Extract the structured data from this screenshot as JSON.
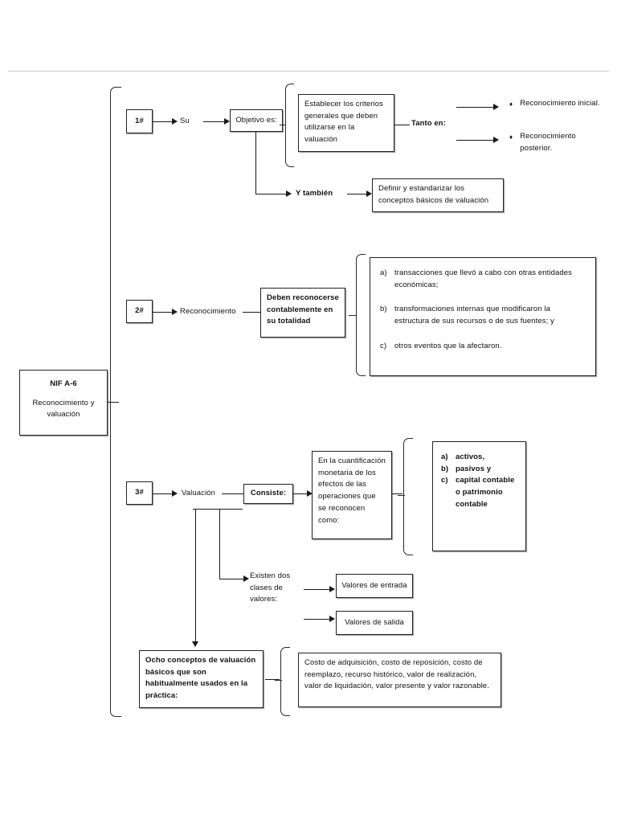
{
  "document": {
    "title": "NIF A-6 Reconocimiento y valuación — mapa conceptual",
    "rule_color": "#c9c9c9"
  },
  "root": {
    "line1": "NIF A-6",
    "line2": "Reconocimiento y",
    "line3": "valuación"
  },
  "branches": [
    {
      "tag": "1#",
      "connector_label": "Su",
      "node_label": "Objetivo es:",
      "primary_box": "Establecer los criterios generales que deben utilizarse en la valuación",
      "tanto_label": "Tanto en:",
      "bullets": [
        "Reconocimiento inicial.",
        "Reconocimiento posterior."
      ],
      "secondary_label": "Y también",
      "secondary_box": "Definir y estandarizar los conceptos básicos de valuación"
    },
    {
      "tag": "2#",
      "connector_label": "Reconocimiento",
      "node_label": "Deben reconocerse contablemente en su totalidad",
      "items": [
        {
          "marker": "a)",
          "text": "transacciones que llevó a cabo con otras entidades económicas;"
        },
        {
          "marker": "b)",
          "text": "transformaciones internas que modificaron la estructura de sus recursos o de sus fuentes; y"
        },
        {
          "marker": "c)",
          "text": "otros eventos que la afectaron."
        }
      ]
    },
    {
      "tag": "3#",
      "connector_label": "Valuación",
      "node_label": "Consiste:",
      "primary_box": "En la cuantificación monetaria de los efectos de las operaciones que se reconocen como:",
      "items": [
        {
          "marker": "a)",
          "text": "activos,"
        },
        {
          "marker": "b)",
          "text": "pasivos y"
        },
        {
          "marker": "c)",
          "text": "capital contable o patrimonio contable"
        }
      ],
      "clases_label": "Existen dos clases de valores:",
      "clases": [
        "Valores de entrada",
        "Valores de salida"
      ],
      "ocho_label": "Ocho conceptos de valuación básicos que son habitualmente usados en la práctica:",
      "ocho_box": "Costo de adquisición, costo de reposición, costo de reemplazo, recurso histórico, valor de realización, valor de liquidación, valor presente y valor razonable."
    }
  ],
  "icons": {
    "bullet": "♦"
  }
}
